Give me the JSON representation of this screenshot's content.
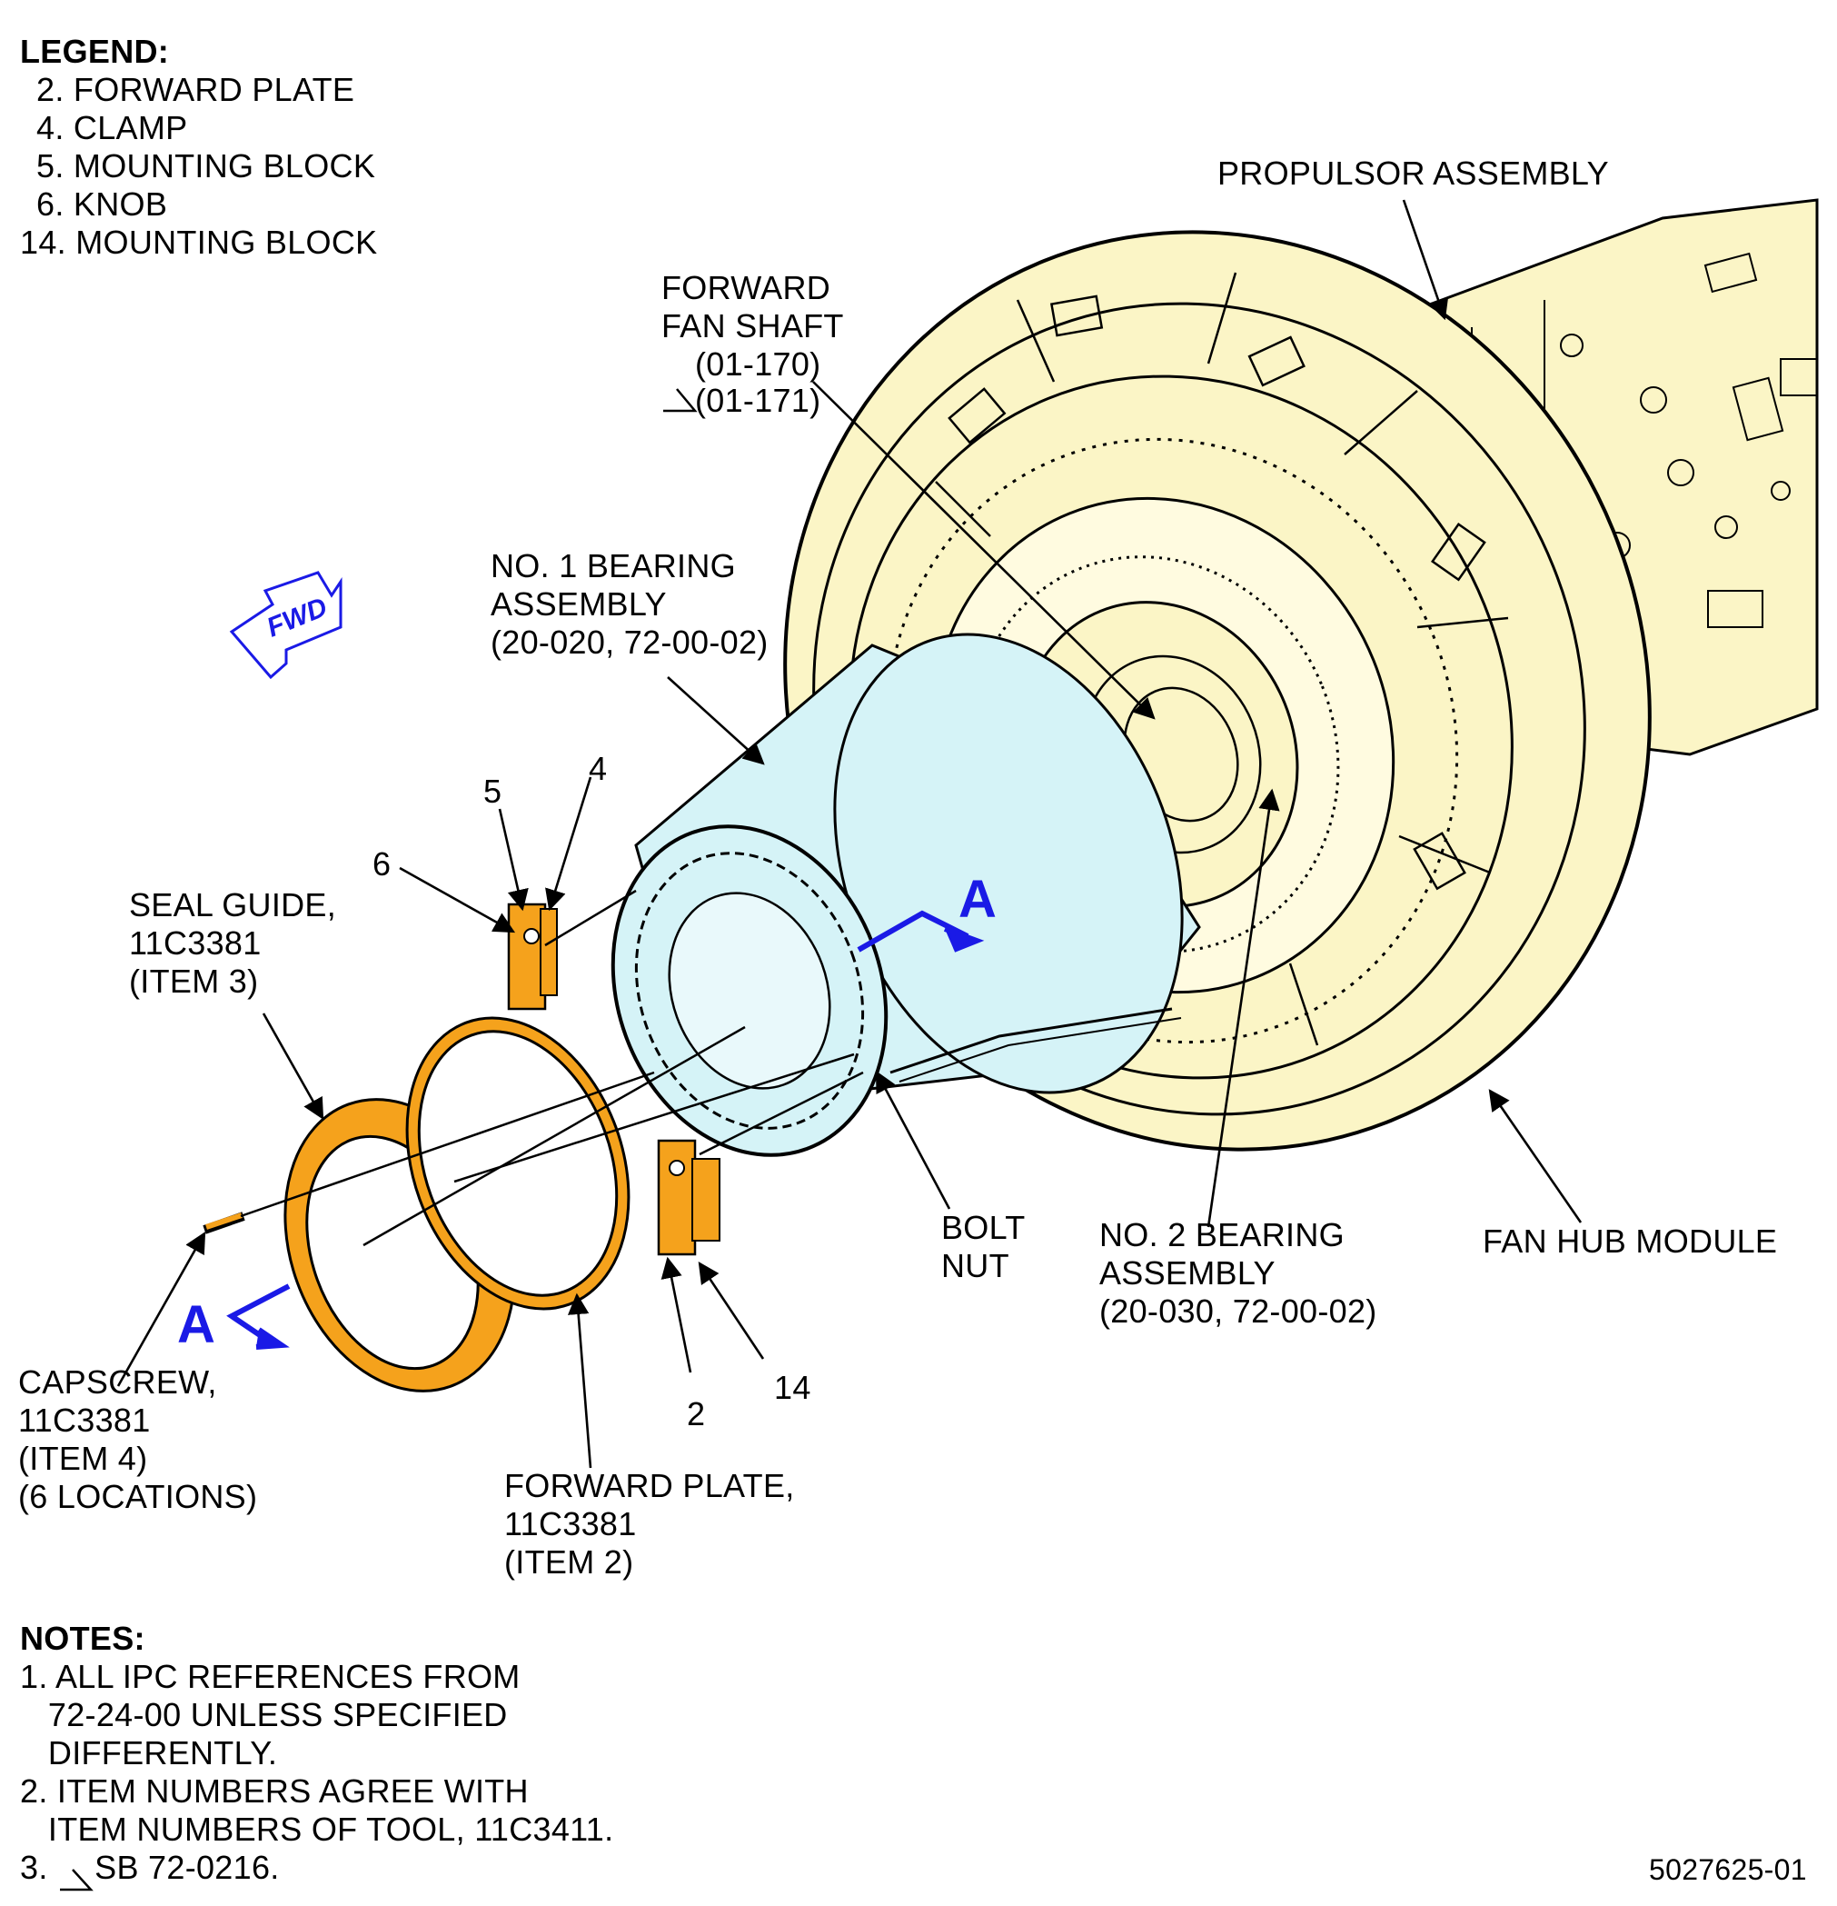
{
  "legend": {
    "heading": "LEGEND:",
    "items": [
      "2. FORWARD PLATE",
      "4. CLAMP",
      "5. MOUNTING BLOCK",
      "6. KNOB",
      "14. MOUNTING BLOCK"
    ]
  },
  "labels": {
    "propulsor": "PROPULSOR ASSEMBLY",
    "forward_fan_shaft": [
      "FORWARD",
      "FAN SHAFT",
      "(01-170)",
      "(01-171)"
    ],
    "no1_bearing": [
      "NO. 1 BEARING",
      "ASSEMBLY",
      "(20-020, 72-00-02)"
    ],
    "seal_guide": [
      "SEAL GUIDE,",
      "11C3381",
      "(ITEM 3)"
    ],
    "capscrew": [
      "CAPSCREW,",
      "11C3381",
      "(ITEM 4)",
      "(6 LOCATIONS)"
    ],
    "forward_plate": [
      "FORWARD PLATE,",
      "11C3381",
      "(ITEM 2)"
    ],
    "bolt_nut": [
      "BOLT",
      "NUT"
    ],
    "no2_bearing": [
      "NO. 2 BEARING",
      "ASSEMBLY",
      "(20-030, 72-00-02)"
    ],
    "fan_hub": "FAN HUB MODULE",
    "item_numbers": {
      "n5": "5",
      "n4": "4",
      "n6": "6",
      "n2": "2",
      "n14": "14"
    },
    "section_a": "A",
    "fwd": "FWD"
  },
  "notes": {
    "heading": "NOTES:",
    "items": [
      "1. ALL IPC REFERENCES FROM",
      "   72-24-00 UNLESS SPECIFIED",
      "   DIFFERENTLY.",
      "2. ITEM NUMBERS AGREE WITH",
      "   ITEM NUMBERS OF TOOL, 11C3411.",
      "3.     SB 72-0216."
    ]
  },
  "figure_id": "5027625-01",
  "colors": {
    "engine": "#fbf5c6",
    "bearing_housing": "#d5f3f7",
    "tool_orange": "#f5a21c",
    "callout_blue": "#1a1ae6"
  }
}
